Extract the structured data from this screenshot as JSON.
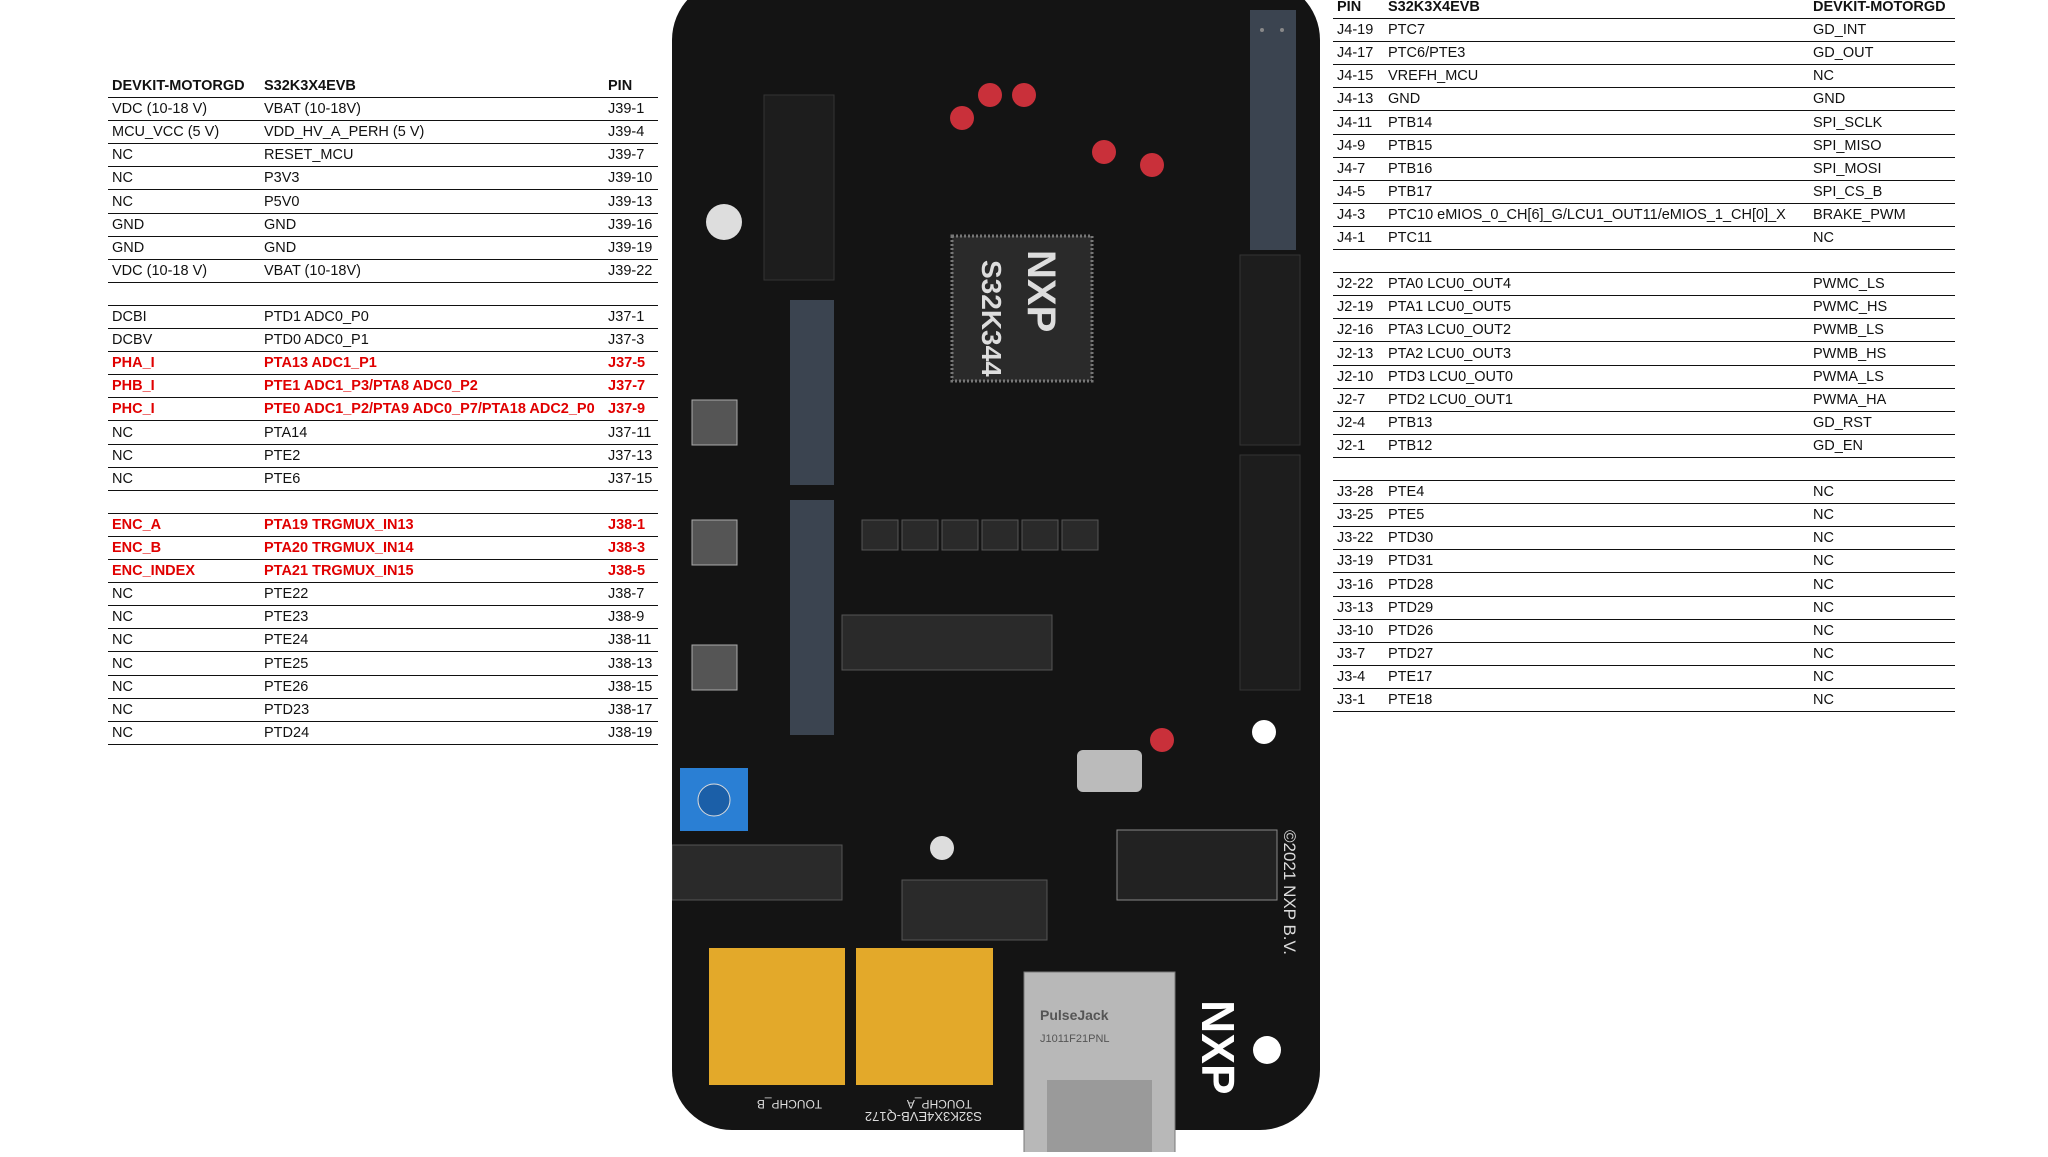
{
  "left_table": {
    "headers": [
      "DEVKIT-MOTORGD",
      "S32K3X4EVB",
      "PIN"
    ],
    "sections": [
      [
        {
          "c": [
            "VDC (10-18 V)",
            "VBAT (10-18V)",
            "J39-1"
          ]
        },
        {
          "c": [
            "MCU_VCC (5 V)",
            "VDD_HV_A_PERH (5 V)",
            "J39-4"
          ]
        },
        {
          "c": [
            "NC",
            "RESET_MCU",
            "J39-7"
          ]
        },
        {
          "c": [
            "NC",
            "P3V3",
            "J39-10"
          ]
        },
        {
          "c": [
            "NC",
            "P5V0",
            "J39-13"
          ]
        },
        {
          "c": [
            "GND",
            "GND",
            "J39-16"
          ]
        },
        {
          "c": [
            "GND",
            "GND",
            "J39-19"
          ]
        },
        {
          "c": [
            "VDC (10-18 V)",
            "VBAT (10-18V)",
            "J39-22"
          ]
        }
      ],
      [
        {
          "c": [
            "DCBI",
            "PTD1 ADC0_P0",
            "J37-1"
          ]
        },
        {
          "c": [
            "DCBV",
            "PTD0 ADC0_P1",
            "J37-3"
          ]
        },
        {
          "c": [
            "PHA_I",
            "PTA13 ADC1_P1",
            "J37-5"
          ],
          "highlight": true
        },
        {
          "c": [
            "PHB_I",
            "PTE1 ADC1_P3/PTA8 ADC0_P2",
            "J37-7"
          ],
          "highlight": true
        },
        {
          "c": [
            "PHC_I",
            "PTE0 ADC1_P2/PTA9 ADC0_P7/PTA18 ADC2_P0",
            "J37-9"
          ],
          "highlight": true
        },
        {
          "c": [
            "NC",
            "PTA14",
            "J37-11"
          ]
        },
        {
          "c": [
            "NC",
            "PTE2",
            "J37-13"
          ]
        },
        {
          "c": [
            "NC",
            "PTE6",
            "J37-15"
          ]
        }
      ],
      [
        {
          "c": [
            "ENC_A",
            "PTA19 TRGMUX_IN13",
            "J38-1"
          ],
          "highlight": true
        },
        {
          "c": [
            "ENC_B",
            "PTA20 TRGMUX_IN14",
            "J38-3"
          ],
          "highlight": true
        },
        {
          "c": [
            "ENC_INDEX",
            "PTA21 TRGMUX_IN15",
            "J38-5"
          ],
          "highlight": true
        },
        {
          "c": [
            "NC",
            "PTE22",
            "J38-7"
          ]
        },
        {
          "c": [
            "NC",
            "PTE23",
            "J38-9"
          ]
        },
        {
          "c": [
            "NC",
            "PTE24",
            "J38-11"
          ]
        },
        {
          "c": [
            "NC",
            "PTE25",
            "J38-13"
          ]
        },
        {
          "c": [
            "NC",
            "PTE26",
            "J38-15"
          ]
        },
        {
          "c": [
            "NC",
            "PTD23",
            "J38-17"
          ]
        },
        {
          "c": [
            "NC",
            "PTD24",
            "J38-19"
          ]
        }
      ]
    ]
  },
  "right_table": {
    "headers": [
      "PIN",
      "S32K3X4EVB",
      "DEVKIT-MOTORGD"
    ],
    "sections": [
      [
        {
          "c": [
            "J4-19",
            "PTC7",
            "GD_INT"
          ]
        },
        {
          "c": [
            "J4-17",
            "PTC6/PTE3",
            "GD_OUT"
          ]
        },
        {
          "c": [
            "J4-15",
            "VREFH_MCU",
            "NC"
          ]
        },
        {
          "c": [
            "J4-13",
            "GND",
            "GND"
          ]
        },
        {
          "c": [
            "J4-11",
            "PTB14",
            "SPI_SCLK"
          ]
        },
        {
          "c": [
            "J4-9",
            "PTB15",
            "SPI_MISO"
          ]
        },
        {
          "c": [
            "J4-7",
            "PTB16",
            "SPI_MOSI"
          ]
        },
        {
          "c": [
            "J4-5",
            "PTB17",
            "SPI_CS_B"
          ]
        },
        {
          "c": [
            "J4-3",
            "PTC10 eMIOS_0_CH[6]_G/LCU1_OUT11/eMIOS_1_CH[0]_X",
            "BRAKE_PWM"
          ]
        },
        {
          "c": [
            "J4-1",
            "PTC11",
            "NC"
          ]
        }
      ],
      [
        {
          "c": [
            "J2-22",
            "PTA0 LCU0_OUT4",
            "PWMC_LS"
          ]
        },
        {
          "c": [
            "J2-19",
            "PTA1 LCU0_OUT5",
            "PWMC_HS"
          ]
        },
        {
          "c": [
            "J2-16",
            "PTA3 LCU0_OUT2",
            "PWMB_LS"
          ]
        },
        {
          "c": [
            "J2-13",
            "PTA2 LCU0_OUT3",
            "PWMB_HS"
          ]
        },
        {
          "c": [
            "J2-10",
            "PTD3  LCU0_OUT0",
            "PWMA_LS"
          ]
        },
        {
          "c": [
            "J2-7",
            "PTD2 LCU0_OUT1",
            "PWMA_HA"
          ]
        },
        {
          "c": [
            "J2-4",
            "PTB13",
            "GD_RST"
          ]
        },
        {
          "c": [
            "J2-1",
            "PTB12",
            "GD_EN"
          ]
        }
      ],
      [
        {
          "c": [
            "J3-28",
            "PTE4",
            "NC"
          ]
        },
        {
          "c": [
            "J3-25",
            "PTE5",
            "NC"
          ]
        },
        {
          "c": [
            "J3-22",
            "PTD30",
            "NC"
          ]
        },
        {
          "c": [
            "J3-19",
            "PTD31",
            "NC"
          ]
        },
        {
          "c": [
            "J3-16",
            "PTD28",
            "NC"
          ]
        },
        {
          "c": [
            "J3-13",
            "PTD29",
            "NC"
          ]
        },
        {
          "c": [
            "J3-10",
            "PTD26",
            "NC"
          ]
        },
        {
          "c": [
            "J3-7",
            "PTD27",
            "NC"
          ]
        },
        {
          "c": [
            "J3-4",
            "PTE17",
            "NC"
          ]
        },
        {
          "c": [
            "J3-1",
            "PTE18",
            "NC"
          ]
        }
      ]
    ]
  },
  "board": {
    "chip_label": "S32K344",
    "chip_logo": "NXP",
    "logo": "NXP",
    "copyright": "©2021 NXP B.V.",
    "model": "S32K3X4EVB-Q172",
    "touch_a": "TOUCHP_A",
    "touch_b": "TOUCHP_B",
    "jack_brand": "PulseJack",
    "jack_part": "J1011F21PNL",
    "colors": {
      "pcb": "#141414",
      "pad": "#e3a92a",
      "highlight": "#e00000",
      "pot": "#2a7fd4"
    }
  }
}
